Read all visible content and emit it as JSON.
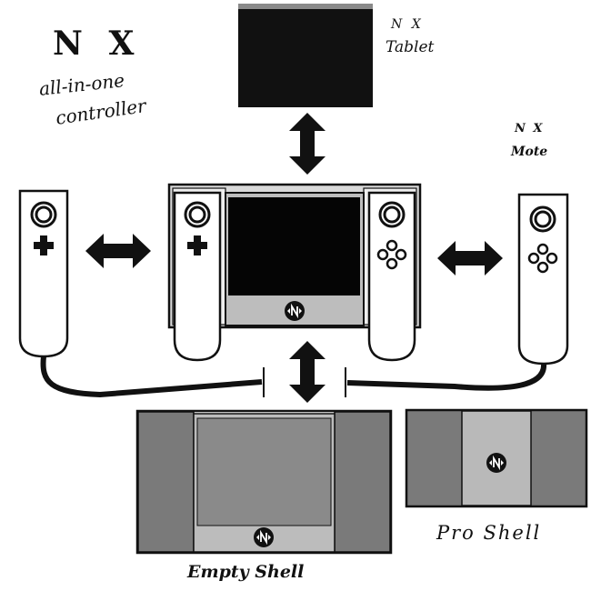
{
  "labels": {
    "nx_title": "N X",
    "all_in_one": "all-in-one",
    "controller": "controller",
    "tablet_nx": "N X",
    "tablet_word": "Tablet",
    "mote_nx": "N X",
    "mote_word": "Mote",
    "empty_shell": "Empty Shell",
    "pro_shell": "Pro Shell"
  },
  "colors": {
    "outline": "#111111",
    "screen": "#000000",
    "shell_dark": "#7a7a7a",
    "shell_light": "#b9b9b9",
    "console_body": "#c4c4c4",
    "paper": "#ffffff"
  },
  "icons": [
    "nx-logo-icon",
    "dpad-cross-icon",
    "face-buttons-icon",
    "analog-stick-icon",
    "double-arrow-icon",
    "cable-icon"
  ]
}
